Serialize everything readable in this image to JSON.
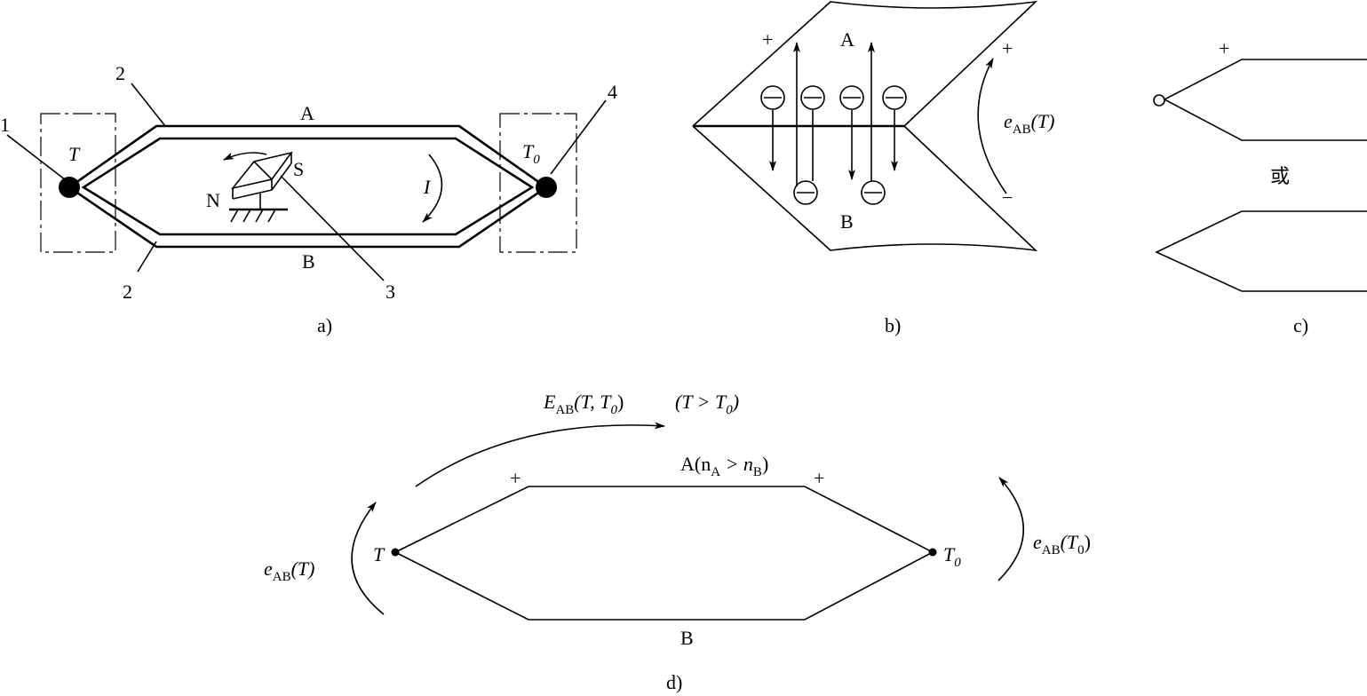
{
  "panel_a": {
    "caption": "a)",
    "label_A": "A",
    "label_B": "B",
    "label_T": "T",
    "label_T0_base": "T",
    "label_T0_sub": "0",
    "label_I": "I",
    "label_N": "N",
    "label_S": "S",
    "num_1": "1",
    "num_2_top": "2",
    "num_2_bottom": "2",
    "num_3": "3",
    "num_4": "4"
  },
  "panel_b": {
    "caption": "b)",
    "label_A": "A",
    "label_B": "B",
    "plus_left": "+",
    "plus_right": "+",
    "minus": "−",
    "emf_e": "e",
    "emf_sub": "AB",
    "emf_arg": "(T)"
  },
  "panel_c": {
    "caption": "c)",
    "plus": "+",
    "or_text": "或"
  },
  "panel_d": {
    "caption": "d)",
    "total_E": "E",
    "total_sub": "AB",
    "total_args": "(T, T",
    "total_args_sub": "0",
    "total_close": ")",
    "condition_open": "(T",
    "condition_gt": " > T",
    "condition_sub": "0",
    "condition_close": ")",
    "wire_A": "A(n",
    "wire_A_sub1": "A",
    "wire_A_gt": " > n",
    "wire_A_sub2": "B",
    "wire_A_close": ")",
    "wire_B": "B",
    "plus_left": "+",
    "plus_right": "+",
    "label_T": "T",
    "label_T0_base": "T",
    "label_T0_sub": "0",
    "emf_left_e": "e",
    "emf_left_sub": "AB",
    "emf_left_arg": "(T)",
    "emf_right_e": "e",
    "emf_right_sub": "AB",
    "emf_right_arg": "(T",
    "emf_right_arg_sub": "0",
    "emf_right_close": ")"
  }
}
